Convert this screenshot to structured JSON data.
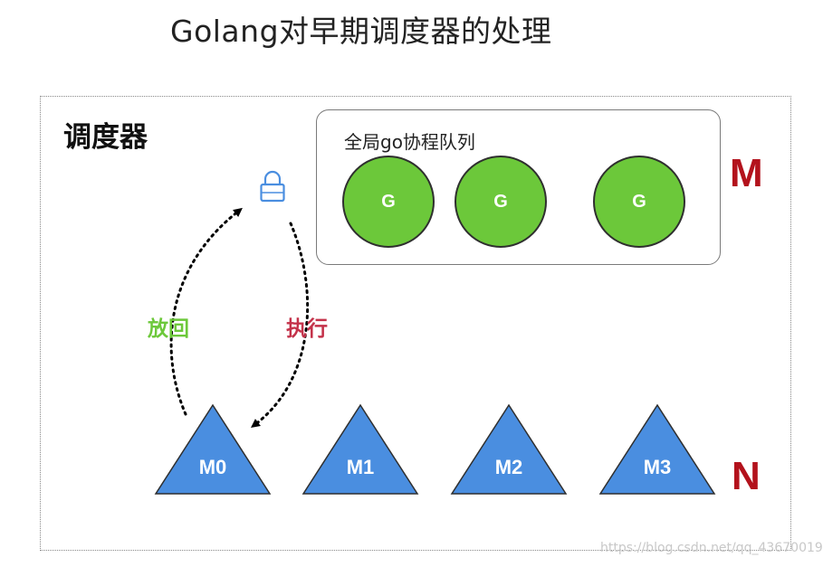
{
  "title": "Golang对早期调度器的处理",
  "scheduler": {
    "label": "调度器"
  },
  "global_queue": {
    "label": "全局go协程队列",
    "goroutines": [
      "G",
      "G",
      "G"
    ]
  },
  "side_labels": {
    "m": "M",
    "n": "N"
  },
  "arrows": {
    "return_label": "放回",
    "execute_label": "执行"
  },
  "machines": [
    "M0",
    "M1",
    "M2",
    "M3"
  ],
  "icons": {
    "lock": "lock-icon"
  },
  "colors": {
    "goroutine": "#6cc83a",
    "machine": "#4a8ee0",
    "return_text": "#6cc83a",
    "execute_text": "#c4324a",
    "side_letter": "#b3121c",
    "lock": "#4a8ee0"
  },
  "watermark": "https://blog.csdn.net/qq_43670019"
}
